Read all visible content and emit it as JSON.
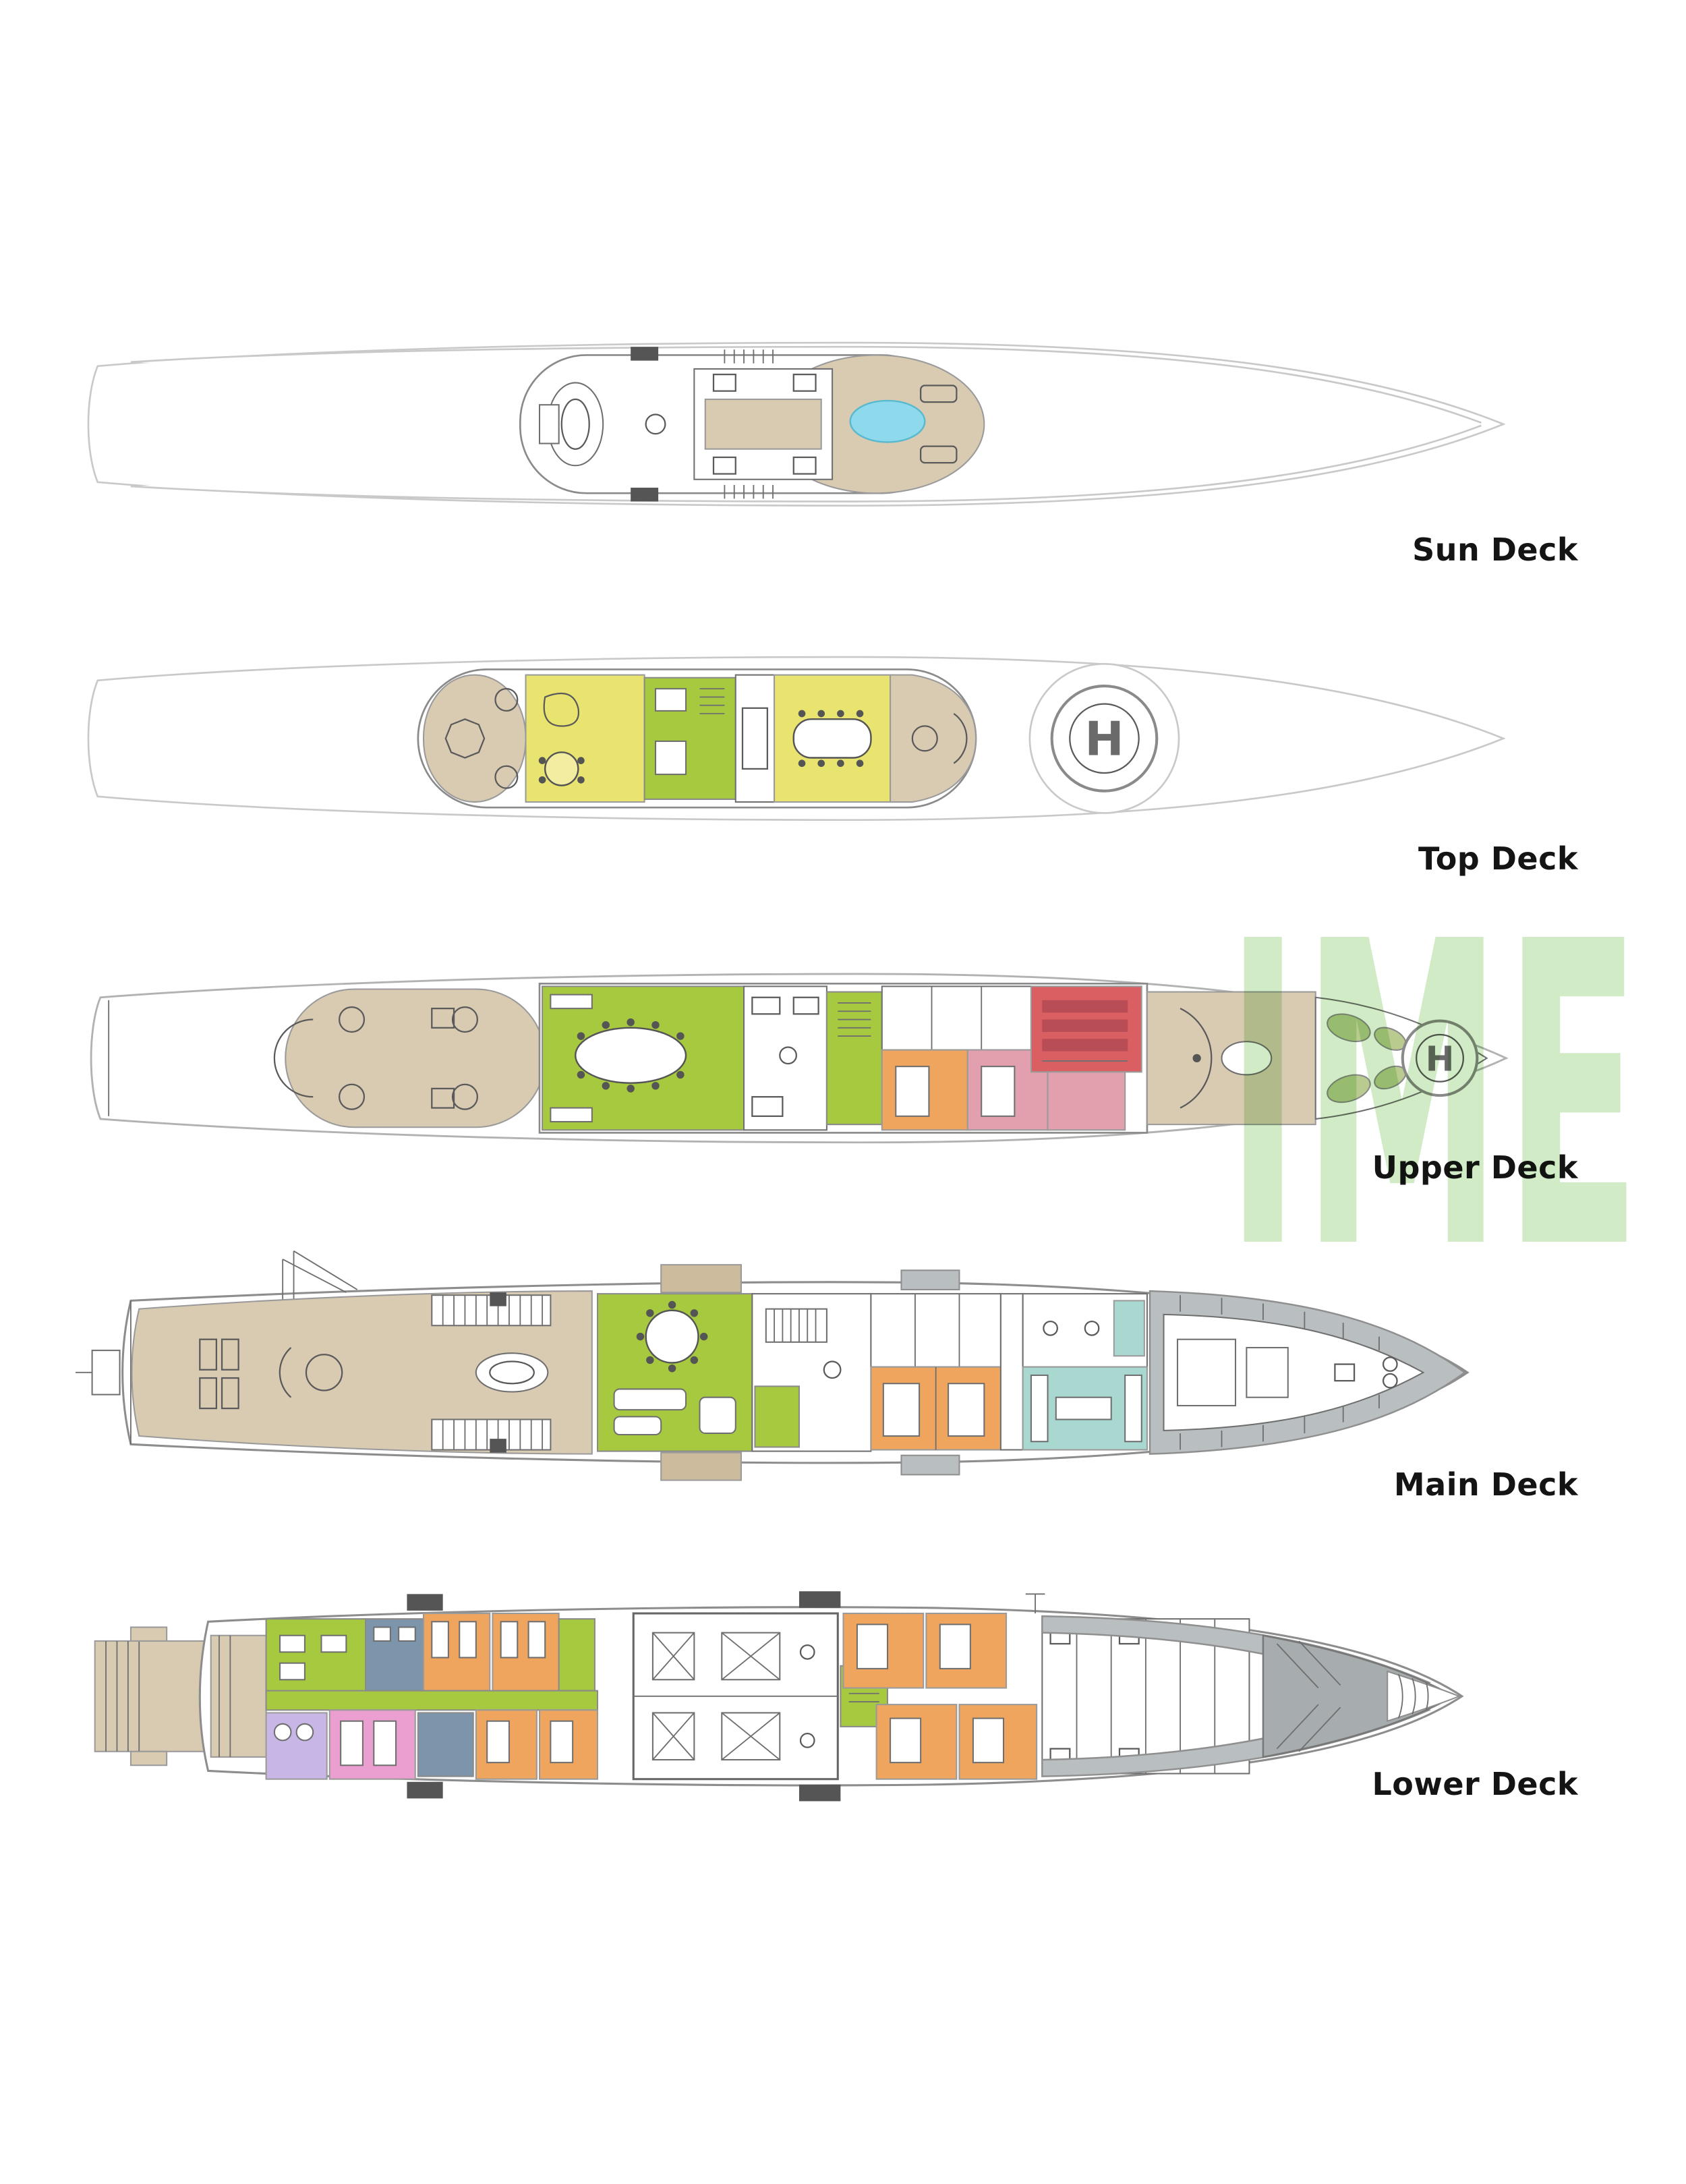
{
  "decks": [
    {
      "id": "sun-deck",
      "label": "Sun Deck"
    },
    {
      "id": "top-deck",
      "label": "Top Deck"
    },
    {
      "id": "upper-deck",
      "label": "Upper Deck"
    },
    {
      "id": "main-deck",
      "label": "Main Deck"
    },
    {
      "id": "lower-deck",
      "label": "Lower Deck"
    }
  ],
  "helipad_letter": "H",
  "watermark": {
    "text": "IME",
    "color": "#a9db97"
  },
  "palette": {
    "highlight_green": "#a6c93f",
    "highlight_yellow": "#e9e470",
    "highlight_orange": "#efa55d",
    "highlight_red": "#d95f63",
    "highlight_pink": "#e2a0ae",
    "highlight_teal": "#a9d8d0",
    "highlight_bluegray": "#7d95ab",
    "highlight_purple": "#c8b7e6",
    "highlight_magenta": "#ea9fd0",
    "deck_beige": "#d9cab2",
    "pool_blue": "#8ed9ec",
    "label_color": "#141414"
  }
}
